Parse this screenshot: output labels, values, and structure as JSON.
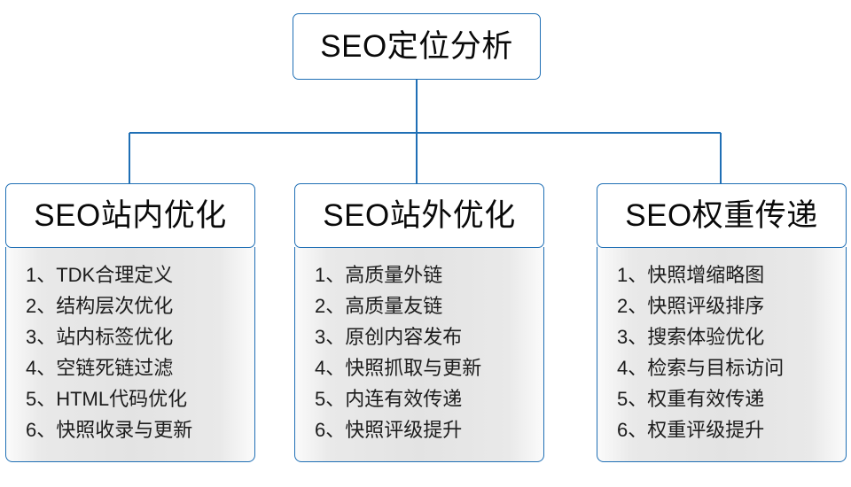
{
  "diagram": {
    "type": "hierarchy-tree",
    "accent_color": "#1f6fb5",
    "panel_fill": "#e3e3e3",
    "text_color": "#0a0a0a",
    "root": {
      "label": "SEO定位分析"
    },
    "branches": [
      {
        "title": "SEO站内优化",
        "items": [
          "1、TDK合理定义",
          "2、结构层次优化",
          "3、站内标签优化",
          "4、空链死链过滤",
          "5、HTML代码优化",
          "6、快照收录与更新"
        ]
      },
      {
        "title": "SEO站外优化",
        "items": [
          "1、高质量外链",
          "2、高质量友链",
          "3、原创内容发布",
          "4、快照抓取与更新",
          "5、内连有效传递",
          "6、快照评级提升"
        ]
      },
      {
        "title": "SEO权重传递",
        "items": [
          "1、快照增缩略图",
          "2、快照评级排序",
          "3、搜索体验优化",
          "4、检索与目标访问",
          "5、权重有效传递",
          "6、权重评级提升"
        ]
      }
    ]
  }
}
